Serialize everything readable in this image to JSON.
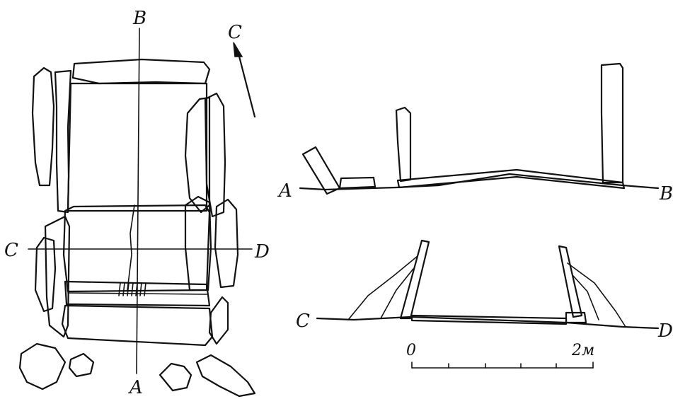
{
  "plan_labels": {
    "top": "B",
    "bottom": "A",
    "left": "C",
    "right": "D",
    "north_arrow": "C"
  },
  "section_ab": {
    "left": "A",
    "right": "B"
  },
  "section_cd": {
    "left": "C",
    "right": "D"
  },
  "scale_bar": {
    "start": "0",
    "end": "2м"
  }
}
